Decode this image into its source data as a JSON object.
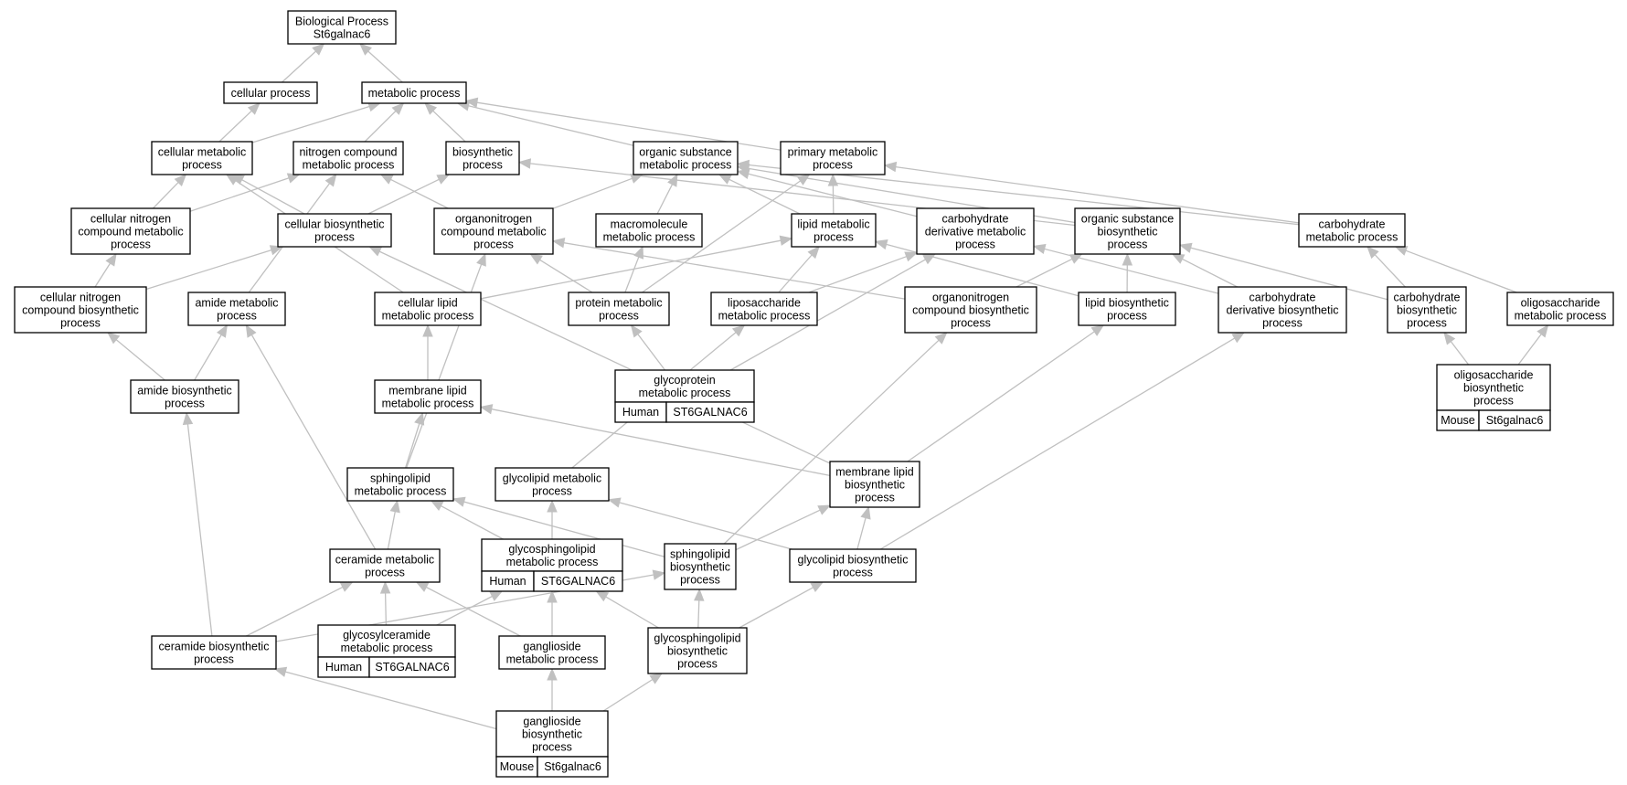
{
  "colors": {
    "human": "#f96449",
    "mouse": "#add8e6",
    "edge": "#c0c0c0",
    "border": "#000000"
  },
  "nodes": {
    "root": [
      "Biological Process",
      "St6galnac6"
    ],
    "cellular_process": [
      "cellular process"
    ],
    "metabolic_process": [
      "metabolic process"
    ],
    "cellular_metabolic": [
      "cellular metabolic",
      "process"
    ],
    "nitrogen_compound_metabolic": [
      "nitrogen compound",
      "metabolic process"
    ],
    "biosynthetic": [
      "biosynthetic",
      "process"
    ],
    "organic_substance_metabolic": [
      "organic substance",
      "metabolic process"
    ],
    "primary_metabolic": [
      "primary metabolic",
      "process"
    ],
    "cellular_nitrogen_compound_metabolic": [
      "cellular nitrogen",
      "compound metabolic",
      "process"
    ],
    "cellular_biosynthetic": [
      "cellular biosynthetic",
      "process"
    ],
    "organonitrogen_compound_metabolic": [
      "organonitrogen",
      "compound metabolic",
      "process"
    ],
    "macromolecule_metabolic": [
      "macromolecule",
      "metabolic process"
    ],
    "lipid_metabolic": [
      "lipid metabolic",
      "process"
    ],
    "carbohydrate_derivative_metabolic": [
      "carbohydrate",
      "derivative metabolic",
      "process"
    ],
    "organic_substance_biosynthetic": [
      "organic substance",
      "biosynthetic",
      "process"
    ],
    "carbohydrate_metabolic": [
      "carbohydrate",
      "metabolic process"
    ],
    "cellular_nitrogen_compound_biosynthetic": [
      "cellular nitrogen",
      "compound biosynthetic",
      "process"
    ],
    "amide_metabolic": [
      "amide metabolic",
      "process"
    ],
    "cellular_lipid_metabolic": [
      "cellular lipid",
      "metabolic process"
    ],
    "protein_metabolic": [
      "protein metabolic",
      "process"
    ],
    "liposaccharide_metabolic": [
      "liposaccharide",
      "metabolic process"
    ],
    "organonitrogen_compound_biosynthetic": [
      "organonitrogen",
      "compound biosynthetic",
      "process"
    ],
    "lipid_biosynthetic": [
      "lipid biosynthetic",
      "process"
    ],
    "carbohydrate_derivative_biosynthetic": [
      "carbohydrate",
      "derivative biosynthetic",
      "process"
    ],
    "carbohydrate_biosynthetic": [
      "carbohydrate",
      "biosynthetic",
      "process"
    ],
    "oligosaccharide_metabolic": [
      "oligosaccharide",
      "metabolic process"
    ],
    "amide_biosynthetic": [
      "amide biosynthetic",
      "process"
    ],
    "membrane_lipid_metabolic": [
      "membrane lipid",
      "metabolic process"
    ],
    "glycoprotein_metabolic": [
      "glycoprotein",
      "metabolic process"
    ],
    "oligosaccharide_biosynthetic": [
      "oligosaccharide",
      "biosynthetic",
      "process"
    ],
    "sphingolipid_metabolic": [
      "sphingolipid",
      "metabolic process"
    ],
    "glycolipid_metabolic": [
      "glycolipid metabolic",
      "process"
    ],
    "membrane_lipid_biosynthetic": [
      "membrane lipid",
      "biosynthetic",
      "process"
    ],
    "ceramide_metabolic": [
      "ceramide metabolic",
      "process"
    ],
    "glycosphingolipid_metabolic": [
      "glycosphingolipid",
      "metabolic process"
    ],
    "sphingolipid_biosynthetic": [
      "sphingolipid",
      "biosynthetic",
      "process"
    ],
    "glycolipid_biosynthetic": [
      "glycolipid biosynthetic",
      "process"
    ],
    "ceramide_biosynthetic": [
      "ceramide biosynthetic",
      "process"
    ],
    "glycosylceramide_metabolic": [
      "glycosylceramide",
      "metabolic process"
    ],
    "ganglioside_metabolic": [
      "ganglioside",
      "metabolic process"
    ],
    "glycosphingolipid_biosynthetic": [
      "glycosphingolipid",
      "biosynthetic",
      "process"
    ],
    "ganglioside_biosynthetic": [
      "ganglioside",
      "biosynthetic",
      "process"
    ]
  },
  "annotations": {
    "glycoprotein_metabolic": {
      "species": "Human",
      "gene": "ST6GALNAC6"
    },
    "oligosaccharide_biosynthetic": {
      "species": "Mouse",
      "gene": "St6galnac6"
    },
    "glycosphingolipid_metabolic": {
      "species": "Human",
      "gene": "ST6GALNAC6"
    },
    "glycosylceramide_metabolic": {
      "species": "Human",
      "gene": "ST6GALNAC6"
    },
    "ganglioside_biosynthetic": {
      "species": "Mouse",
      "gene": "St6galnac6"
    }
  },
  "edges": [
    [
      "cellular_process",
      "root"
    ],
    [
      "metabolic_process",
      "root"
    ],
    [
      "cellular_metabolic",
      "cellular_process"
    ],
    [
      "cellular_metabolic",
      "metabolic_process"
    ],
    [
      "nitrogen_compound_metabolic",
      "metabolic_process"
    ],
    [
      "biosynthetic",
      "metabolic_process"
    ],
    [
      "organic_substance_metabolic",
      "metabolic_process"
    ],
    [
      "primary_metabolic",
      "metabolic_process"
    ],
    [
      "cellular_nitrogen_compound_metabolic",
      "cellular_metabolic"
    ],
    [
      "cellular_nitrogen_compound_metabolic",
      "nitrogen_compound_metabolic"
    ],
    [
      "cellular_biosynthetic",
      "cellular_metabolic"
    ],
    [
      "cellular_biosynthetic",
      "biosynthetic"
    ],
    [
      "organonitrogen_compound_metabolic",
      "nitrogen_compound_metabolic"
    ],
    [
      "organonitrogen_compound_metabolic",
      "organic_substance_metabolic"
    ],
    [
      "macromolecule_metabolic",
      "organic_substance_metabolic"
    ],
    [
      "lipid_metabolic",
      "organic_substance_metabolic"
    ],
    [
      "lipid_metabolic",
      "primary_metabolic"
    ],
    [
      "carbohydrate_derivative_metabolic",
      "organic_substance_metabolic"
    ],
    [
      "organic_substance_biosynthetic",
      "organic_substance_metabolic"
    ],
    [
      "organic_substance_biosynthetic",
      "biosynthetic"
    ],
    [
      "carbohydrate_metabolic",
      "organic_substance_metabolic"
    ],
    [
      "carbohydrate_metabolic",
      "primary_metabolic"
    ],
    [
      "cellular_nitrogen_compound_biosynthetic",
      "cellular_nitrogen_compound_metabolic"
    ],
    [
      "cellular_nitrogen_compound_biosynthetic",
      "cellular_biosynthetic"
    ],
    [
      "amide_metabolic",
      "nitrogen_compound_metabolic"
    ],
    [
      "cellular_lipid_metabolic",
      "cellular_metabolic"
    ],
    [
      "cellular_lipid_metabolic",
      "lipid_metabolic"
    ],
    [
      "protein_metabolic",
      "organonitrogen_compound_metabolic"
    ],
    [
      "protein_metabolic",
      "macromolecule_metabolic"
    ],
    [
      "protein_metabolic",
      "primary_metabolic"
    ],
    [
      "liposaccharide_metabolic",
      "lipid_metabolic"
    ],
    [
      "liposaccharide_metabolic",
      "carbohydrate_derivative_metabolic"
    ],
    [
      "organonitrogen_compound_biosynthetic",
      "organonitrogen_compound_metabolic"
    ],
    [
      "organonitrogen_compound_biosynthetic",
      "organic_substance_biosynthetic"
    ],
    [
      "lipid_biosynthetic",
      "lipid_metabolic"
    ],
    [
      "lipid_biosynthetic",
      "organic_substance_biosynthetic"
    ],
    [
      "carbohydrate_derivative_biosynthetic",
      "carbohydrate_derivative_metabolic"
    ],
    [
      "carbohydrate_derivative_biosynthetic",
      "organic_substance_biosynthetic"
    ],
    [
      "carbohydrate_biosynthetic",
      "carbohydrate_metabolic"
    ],
    [
      "carbohydrate_biosynthetic",
      "organic_substance_biosynthetic"
    ],
    [
      "oligosaccharide_metabolic",
      "carbohydrate_metabolic"
    ],
    [
      "amide_biosynthetic",
      "cellular_nitrogen_compound_biosynthetic"
    ],
    [
      "amide_biosynthetic",
      "amide_metabolic"
    ],
    [
      "membrane_lipid_metabolic",
      "cellular_lipid_metabolic"
    ],
    [
      "glycoprotein_metabolic",
      "protein_metabolic"
    ],
    [
      "glycoprotein_metabolic",
      "carbohydrate_derivative_metabolic"
    ],
    [
      "oligosaccharide_biosynthetic",
      "carbohydrate_biosynthetic"
    ],
    [
      "oligosaccharide_biosynthetic",
      "oligosaccharide_metabolic"
    ],
    [
      "sphingolipid_metabolic",
      "membrane_lipid_metabolic"
    ],
    [
      "sphingolipid_metabolic",
      "organonitrogen_compound_metabolic"
    ],
    [
      "glycolipid_metabolic",
      "liposaccharide_metabolic"
    ],
    [
      "membrane_lipid_biosynthetic",
      "membrane_lipid_metabolic"
    ],
    [
      "membrane_lipid_biosynthetic",
      "cellular_biosynthetic"
    ],
    [
      "membrane_lipid_biosynthetic",
      "lipid_biosynthetic"
    ],
    [
      "ceramide_metabolic",
      "sphingolipid_metabolic"
    ],
    [
      "ceramide_metabolic",
      "amide_metabolic"
    ],
    [
      "glycosphingolipid_metabolic",
      "sphingolipid_metabolic"
    ],
    [
      "glycosphingolipid_metabolic",
      "glycolipid_metabolic"
    ],
    [
      "sphingolipid_biosynthetic",
      "sphingolipid_metabolic"
    ],
    [
      "sphingolipid_biosynthetic",
      "membrane_lipid_biosynthetic"
    ],
    [
      "sphingolipid_biosynthetic",
      "organonitrogen_compound_biosynthetic"
    ],
    [
      "glycolipid_biosynthetic",
      "glycolipid_metabolic"
    ],
    [
      "glycolipid_biosynthetic",
      "membrane_lipid_biosynthetic"
    ],
    [
      "glycolipid_biosynthetic",
      "carbohydrate_derivative_biosynthetic"
    ],
    [
      "ceramide_biosynthetic",
      "amide_biosynthetic"
    ],
    [
      "ceramide_biosynthetic",
      "ceramide_metabolic"
    ],
    [
      "ceramide_biosynthetic",
      "sphingolipid_biosynthetic"
    ],
    [
      "glycosylceramide_metabolic",
      "ceramide_metabolic"
    ],
    [
      "glycosylceramide_metabolic",
      "glycosphingolipid_metabolic"
    ],
    [
      "ganglioside_metabolic",
      "glycosphingolipid_metabolic"
    ],
    [
      "glycosphingolipid_biosynthetic",
      "sphingolipid_biosynthetic"
    ],
    [
      "glycosphingolipid_biosynthetic",
      "glycosphingolipid_metabolic"
    ],
    [
      "glycosphingolipid_biosynthetic",
      "glycolipid_biosynthetic"
    ],
    [
      "ganglioside_metabolic",
      "ceramide_metabolic"
    ],
    [
      "ganglioside_biosynthetic",
      "ganglioside_metabolic"
    ],
    [
      "ganglioside_biosynthetic",
      "ceramide_biosynthetic"
    ],
    [
      "ganglioside_biosynthetic",
      "glycosphingolipid_biosynthetic"
    ]
  ]
}
